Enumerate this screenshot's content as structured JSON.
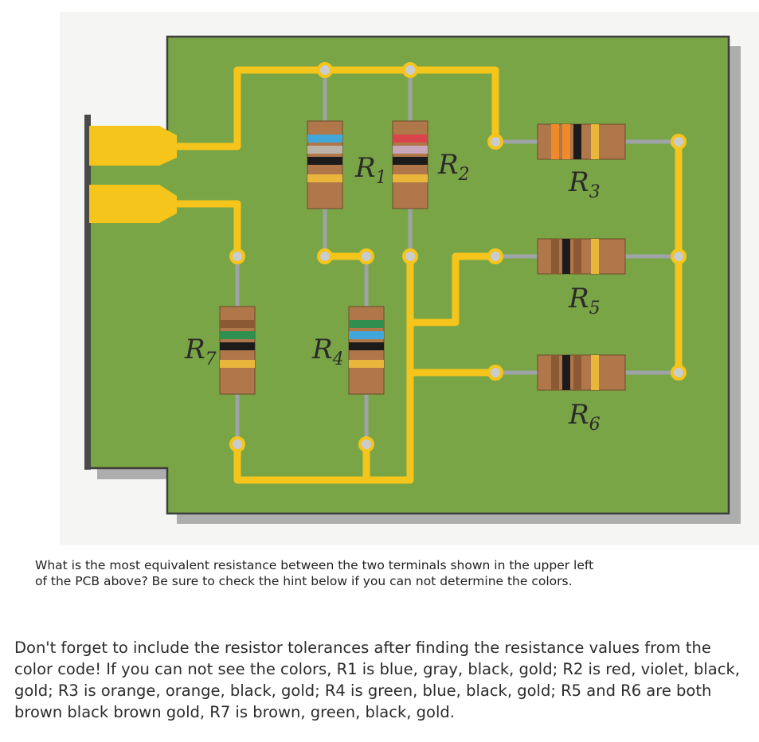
{
  "figure": {
    "labels": [
      {
        "letter": "R",
        "sub": "1"
      },
      {
        "letter": "R",
        "sub": "2"
      },
      {
        "letter": "R",
        "sub": "3"
      },
      {
        "letter": "R",
        "sub": "4"
      },
      {
        "letter": "R",
        "sub": "5"
      },
      {
        "letter": "R",
        "sub": "6"
      },
      {
        "letter": "R",
        "sub": "7"
      }
    ],
    "band_colors": {
      "R1": [
        "#41a6da",
        "#b9b3a8",
        "#1b1b1b",
        "#e9b53a"
      ],
      "R2": [
        "#d9434a",
        "#c9a6b9",
        "#1b1b1b",
        "#e9b53a"
      ],
      "R3": [
        "#ef8a2c",
        "#ef8a2c",
        "#1b1b1b",
        "#e9b53a"
      ],
      "R4": [
        "#2e8f4f",
        "#41a6da",
        "#1b1b1b",
        "#e9b53a"
      ],
      "R5": [
        "#8c5a32",
        "#1b1b1b",
        "#8c5a32",
        "#e9b53a"
      ],
      "R6": [
        "#8c5a32",
        "#1b1b1b",
        "#8c5a32",
        "#e9b53a"
      ],
      "R7": [
        "#8c5a32",
        "#2e8f4f",
        "#1b1b1b",
        "#e9b53a"
      ]
    },
    "colors": {
      "board": "#7aa546",
      "board_edge": "#3d3d3d",
      "trace": "#f5c51c",
      "resistor_body": "#b0774a",
      "lead": "#9ea3a7"
    }
  },
  "question": "What is the most equivalent resistance between the two terminals shown in the upper left of the PCB above?  Be sure to check the hint below if you can not determine the colors.",
  "hint": "Don't forget to include the resistor tolerances after finding the resistance values from the color code! If you can not see the colors, R1 is blue, gray, black, gold; R2 is red, violet, black, gold; R3 is orange, orange, black, gold; R4 is green, blue, black, gold; R5 and R6 are both brown black brown gold, R7 is brown, green, black, gold."
}
